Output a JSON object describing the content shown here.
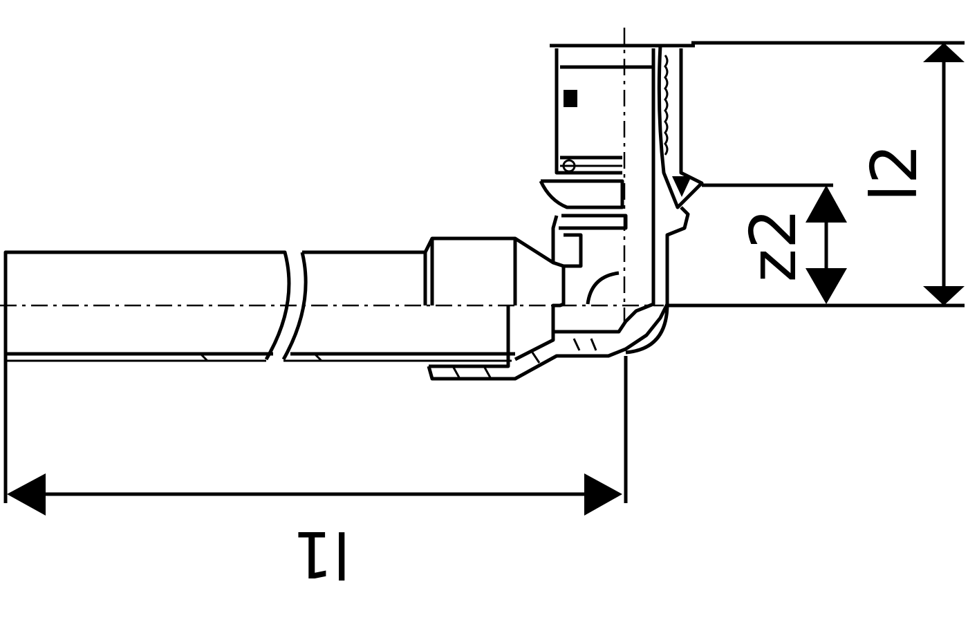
{
  "drawing": {
    "labels": {
      "l1": "l1",
      "z2": "z2",
      "l2": "l2"
    },
    "line_color": "#000000",
    "background": "#ffffff"
  }
}
